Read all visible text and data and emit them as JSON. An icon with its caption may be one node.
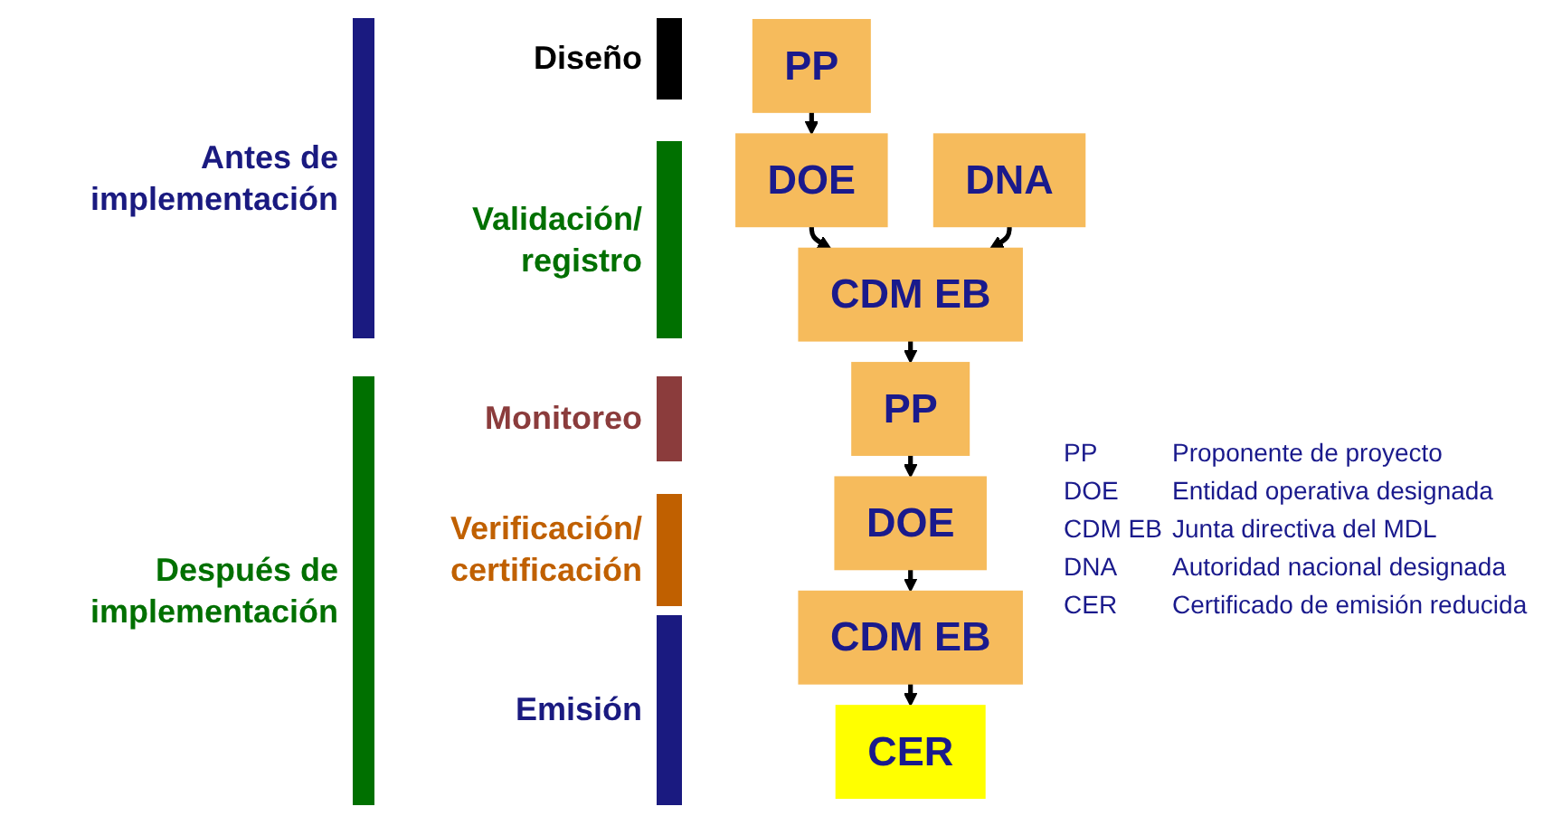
{
  "diagram": {
    "nodes": [
      {
        "text": [
          "PP"
        ]
      },
      {
        "text": [
          "DOE"
        ]
      },
      {
        "text": [
          "CDM EB"
        ]
      },
      {
        "text": [
          "DNA"
        ]
      },
      {
        "text": [
          "PP"
        ]
      },
      {
        "text": [
          "DOE"
        ]
      },
      {
        "text": [
          "CDM EB"
        ]
      },
      {
        "text": [
          "CER"
        ]
      }
    ],
    "edges": [
      {
        "from": 0,
        "to": 1,
        "arrow": "to"
      },
      {
        "from": 1,
        "to": 2,
        "arrow": "to"
      },
      {
        "from": 3,
        "to": 2,
        "arrow": "to"
      },
      {
        "from": 2,
        "to": 4,
        "arrow": "to"
      },
      {
        "from": 4,
        "to": 5,
        "arrow": "to"
      },
      {
        "from": 5,
        "to": 6,
        "arrow": "to"
      },
      {
        "from": 6,
        "to": 7,
        "arrow": "to"
      }
    ],
    "labels": [
      "Antes de implementación",
      "Diseño",
      "Validación/ registro",
      "Monitoreo",
      "Verificación/ certificación",
      "Después de implementación",
      "Emisión",
      "PP",
      "Proponente de proyecto",
      "DOE",
      "Entidad operativa designada",
      "CDM EB",
      "Junta directiva del MDL",
      "DNA",
      "Autoridad nacional designada",
      "CER",
      "Certificado de emisión reducida"
    ]
  }
}
